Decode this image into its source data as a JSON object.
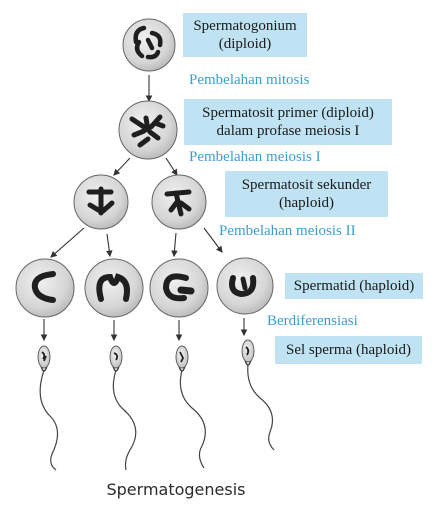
{
  "labels": {
    "spermatogonium": "Spermatogonium\n(diploid)",
    "spermatosit_primer": "Spermatosit primer (diploid)\ndalam profase meiosis I",
    "spermatosit_sekunder": "Spermatosit sekunder\n(haploid)",
    "spermatid": "Spermatid (haploid)",
    "sel_sperma": "Sel sperma (haploid)"
  },
  "processes": {
    "mitosis": "Pembelahan mitosis",
    "meiosis_1": "Pembelahan meiosis I",
    "meiosis_2": "Pembelahan meiosis II",
    "differentiation": "Berdiferensiasi"
  },
  "caption": "Spermatogenesis",
  "colors": {
    "label_box": "#bfe3f2",
    "process_text": "#3a9fcd",
    "cell_fill": "#d9d9d9",
    "chromosome": "#1f1f1f"
  }
}
